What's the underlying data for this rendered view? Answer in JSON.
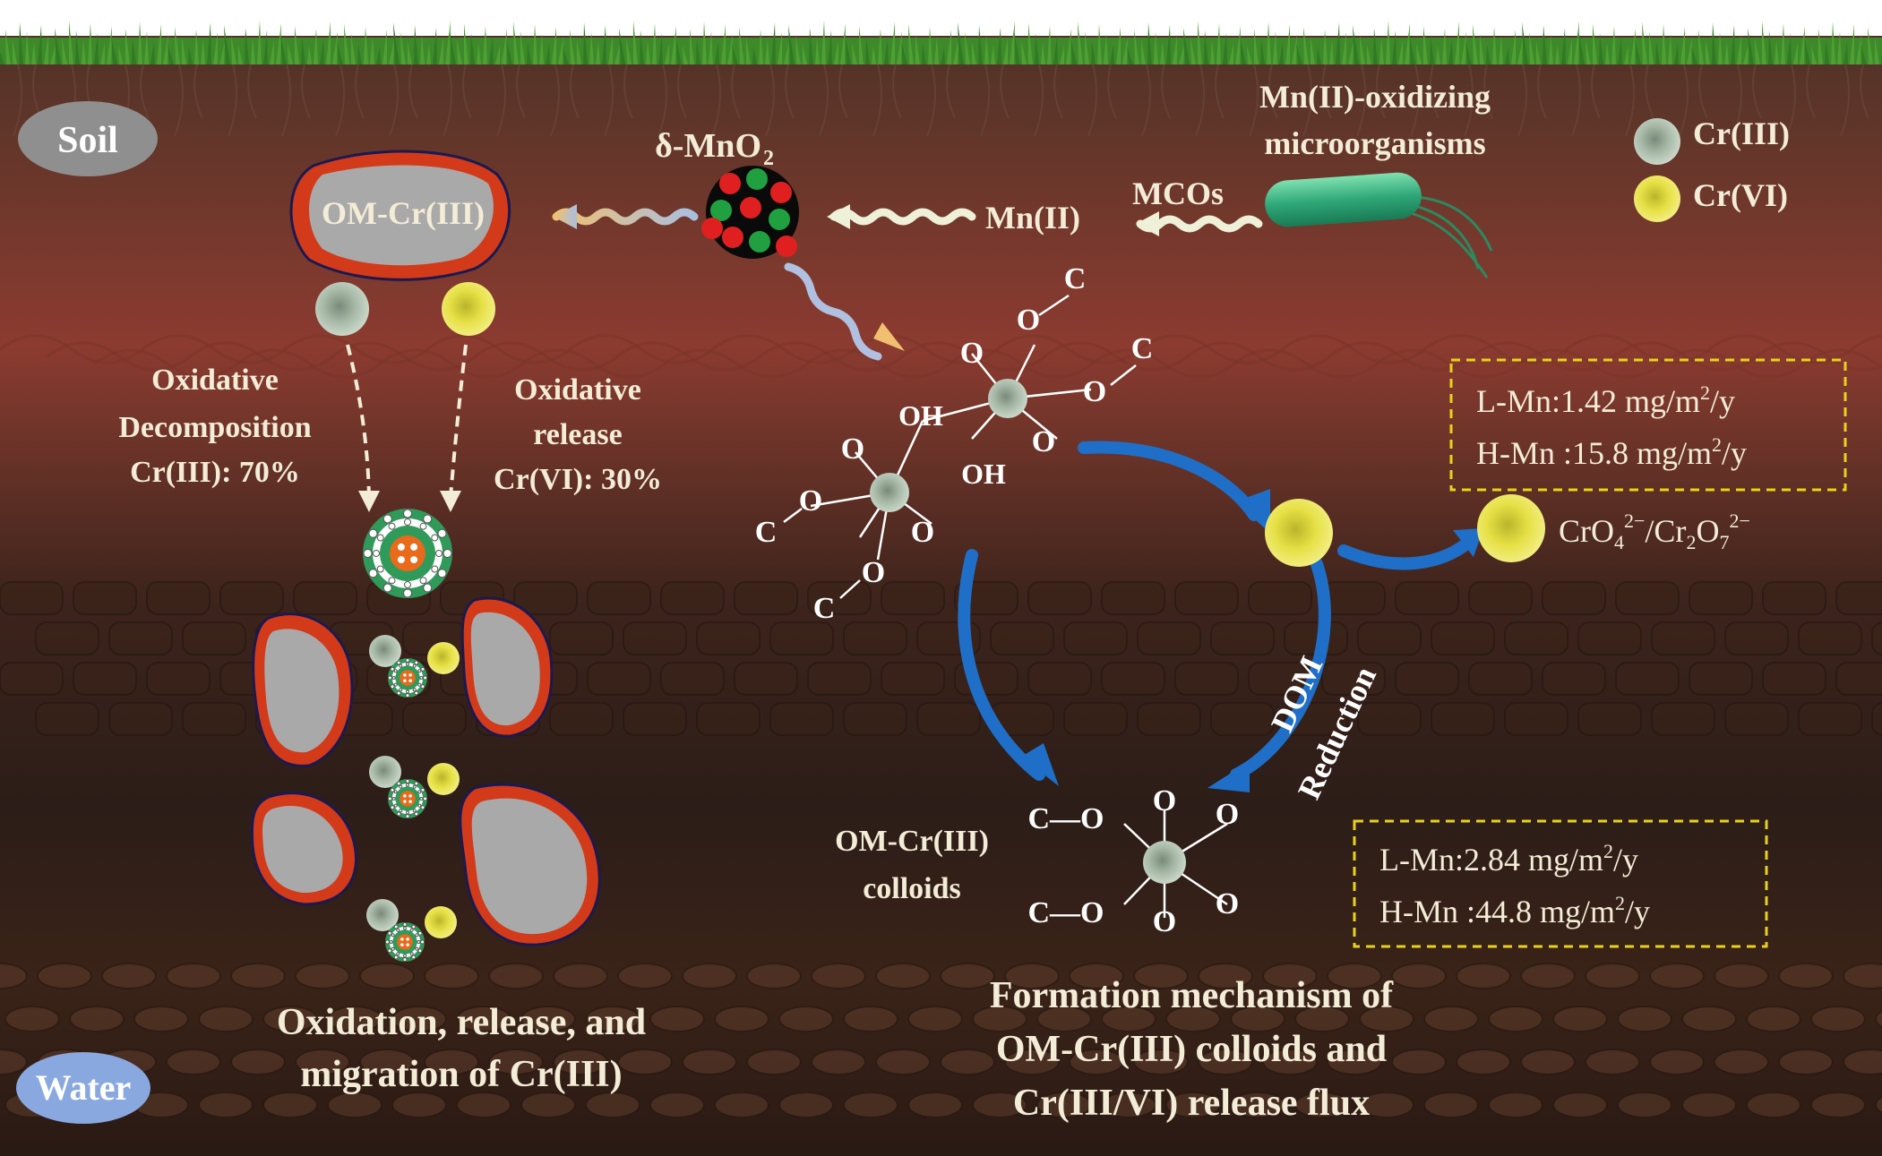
{
  "layers": {
    "top": "Soil",
    "bottom": "Water"
  },
  "legend": {
    "items": [
      {
        "label": "Cr(III)",
        "color": "#9aab9a"
      },
      {
        "label": "Cr(VI)",
        "color": "#e6e045"
      }
    ]
  },
  "labels": {
    "mno2_prefix": "δ-MnO",
    "mno2_sub": "2",
    "mn2": "Mn(II)",
    "mcos": "MCOs",
    "microbe_line1": "Mn(II)-oxidizing",
    "microbe_line2": "microorganisms",
    "om_cr3": "OM-Cr(III)",
    "ox_decomp_line1": "Oxidative",
    "ox_decomp_line2": "Decomposition",
    "ox_decomp_line3": "Cr(III): 70%",
    "ox_release_line1": "Oxidative",
    "ox_release_line2": "release",
    "ox_release_line3": "Cr(VI): 30%",
    "colloid_line1": "OM-Cr(III)",
    "colloid_line2": "colloids",
    "dom": "DOM",
    "reduction": "Reduction",
    "chromate_a": "CrO",
    "chromate_a_sub": "4",
    "chromate_a_sup": "2−",
    "chromate_sep": "/Cr",
    "chromate_b_sub1": "2",
    "chromate_b": "O",
    "chromate_b_sub2": "7",
    "chromate_b_sup": "2−",
    "atom_o": "O",
    "atom_oh": "OH",
    "atom_c": "C",
    "dash": "—"
  },
  "flux_box_1": {
    "line1_prefix": "L-Mn:1.42  mg/m",
    "line1_sup": "2",
    "line1_suffix": "/y",
    "line2_prefix": "H-Mn :15.8  mg/m",
    "line2_sup": "2",
    "line2_suffix": "/y",
    "border_color": "#e8d21a"
  },
  "flux_box_2": {
    "line1_prefix": "L-Mn:2.84  mg/m",
    "line1_sup": "2",
    "line1_suffix": "/y",
    "line2_prefix": "H-Mn :44.8  mg/m",
    "line2_sup": "2",
    "line2_suffix": "/y",
    "border_color": "#e8d21a"
  },
  "captions": {
    "left_line1": "Oxidation, release, and",
    "left_line2": "migration of Cr(III)",
    "right_line1": "Formation mechanism of",
    "right_line2": "OM-Cr(III) colloids and",
    "right_line3": "Cr(III/VI) release flux"
  },
  "colors": {
    "text_light": "#f3ecd6",
    "text_white": "#ffffff",
    "arrow_blue": "#1f6fc8",
    "om_red": "#d23a1a",
    "om_grey": "#a9a9a9"
  }
}
